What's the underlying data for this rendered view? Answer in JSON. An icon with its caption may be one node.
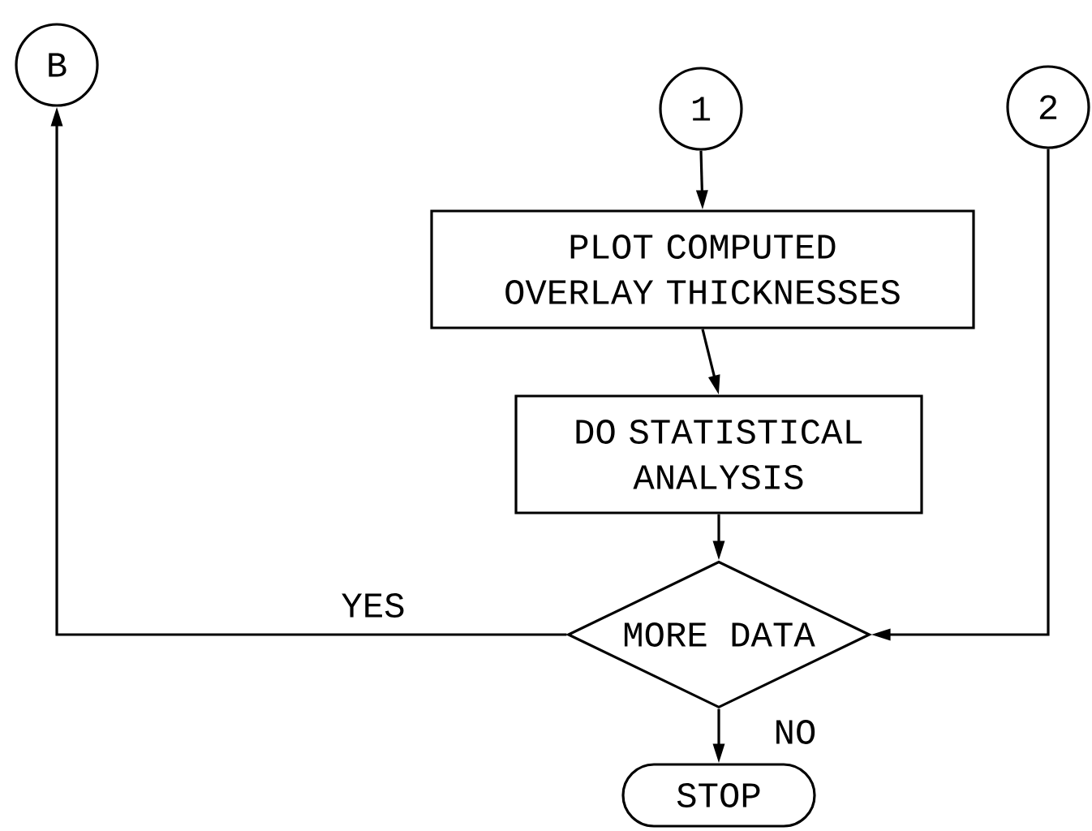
{
  "diagram": {
    "nodes": [
      {
        "text": [
          "B"
        ]
      },
      {
        "text": [
          "1"
        ]
      },
      {
        "text": [
          "2"
        ]
      },
      {
        "text": [
          "PLOT COMPUTED OVERLAY THICKNESSES"
        ]
      },
      {
        "text": [
          "DO STATISTICAL ANALYSIS"
        ]
      },
      {
        "text": [
          "MORE DATA"
        ]
      },
      {
        "text": [
          "STOP"
        ]
      }
    ],
    "edges": [
      {
        "from": 1,
        "to": 3,
        "arrow": "to"
      },
      {
        "from": 3,
        "to": 4,
        "arrow": "to"
      },
      {
        "from": 4,
        "to": 5,
        "arrow": "to"
      },
      {
        "from": 5,
        "to": 0,
        "arrow": "to",
        "label": "YES"
      },
      {
        "from": 2,
        "to": 5,
        "arrow": "to"
      },
      {
        "from": 5,
        "to": 6,
        "arrow": "to",
        "label": "NO"
      }
    ]
  }
}
